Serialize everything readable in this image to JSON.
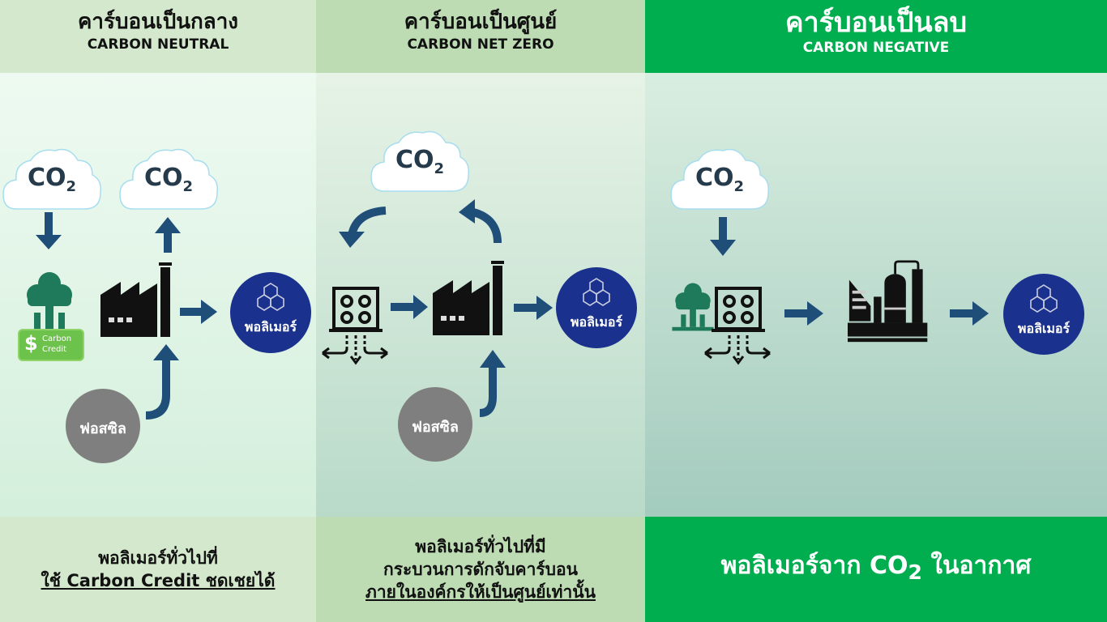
{
  "columns": [
    {
      "title_th": "คาร์บอนเป็นกลาง",
      "title_en": "CARBON NEUTRAL",
      "footer": [
        "พอลิเมอร์ทั่วไปที่",
        "ใช้ Carbon Credit ชดเชยได้"
      ],
      "clouds": [
        "CO",
        "CO"
      ],
      "credit_label": [
        "Carbon",
        "Credit"
      ],
      "credit_symbol": "$",
      "polymer_label": "พอลิเมอร์",
      "fossil_label": "ฟอสซิล"
    },
    {
      "title_th": "คาร์บอนเป็นศูนย์",
      "title_en": "CARBON NET ZERO",
      "footer": [
        "พอลิเมอร์ทั่วไปที่มี",
        "กระบวนการดักจับคาร์บอน",
        "ภายในองค์กรให้เป็นศูนย์เท่านั้น"
      ],
      "clouds": [
        "CO"
      ],
      "polymer_label": "พอลิเมอร์",
      "fossil_label": "ฟอสซิล"
    },
    {
      "title_th": "คาร์บอนเป็นลบ",
      "title_en": "CARBON NEGATIVE",
      "footer_pre": "พอลิเมอร์จาก CO",
      "footer_sub": "2",
      "footer_post": " ในอากาศ",
      "clouds": [
        "CO"
      ],
      "polymer_label": "พอลิเมอร์"
    }
  ],
  "co2_subscript": "2",
  "colors": {
    "arrow": "#1f4e79",
    "polymer": "#1a318d",
    "fossil": "#7f7f7f",
    "tree": "#1e7a5a",
    "negative_green": "#00ae4f"
  }
}
